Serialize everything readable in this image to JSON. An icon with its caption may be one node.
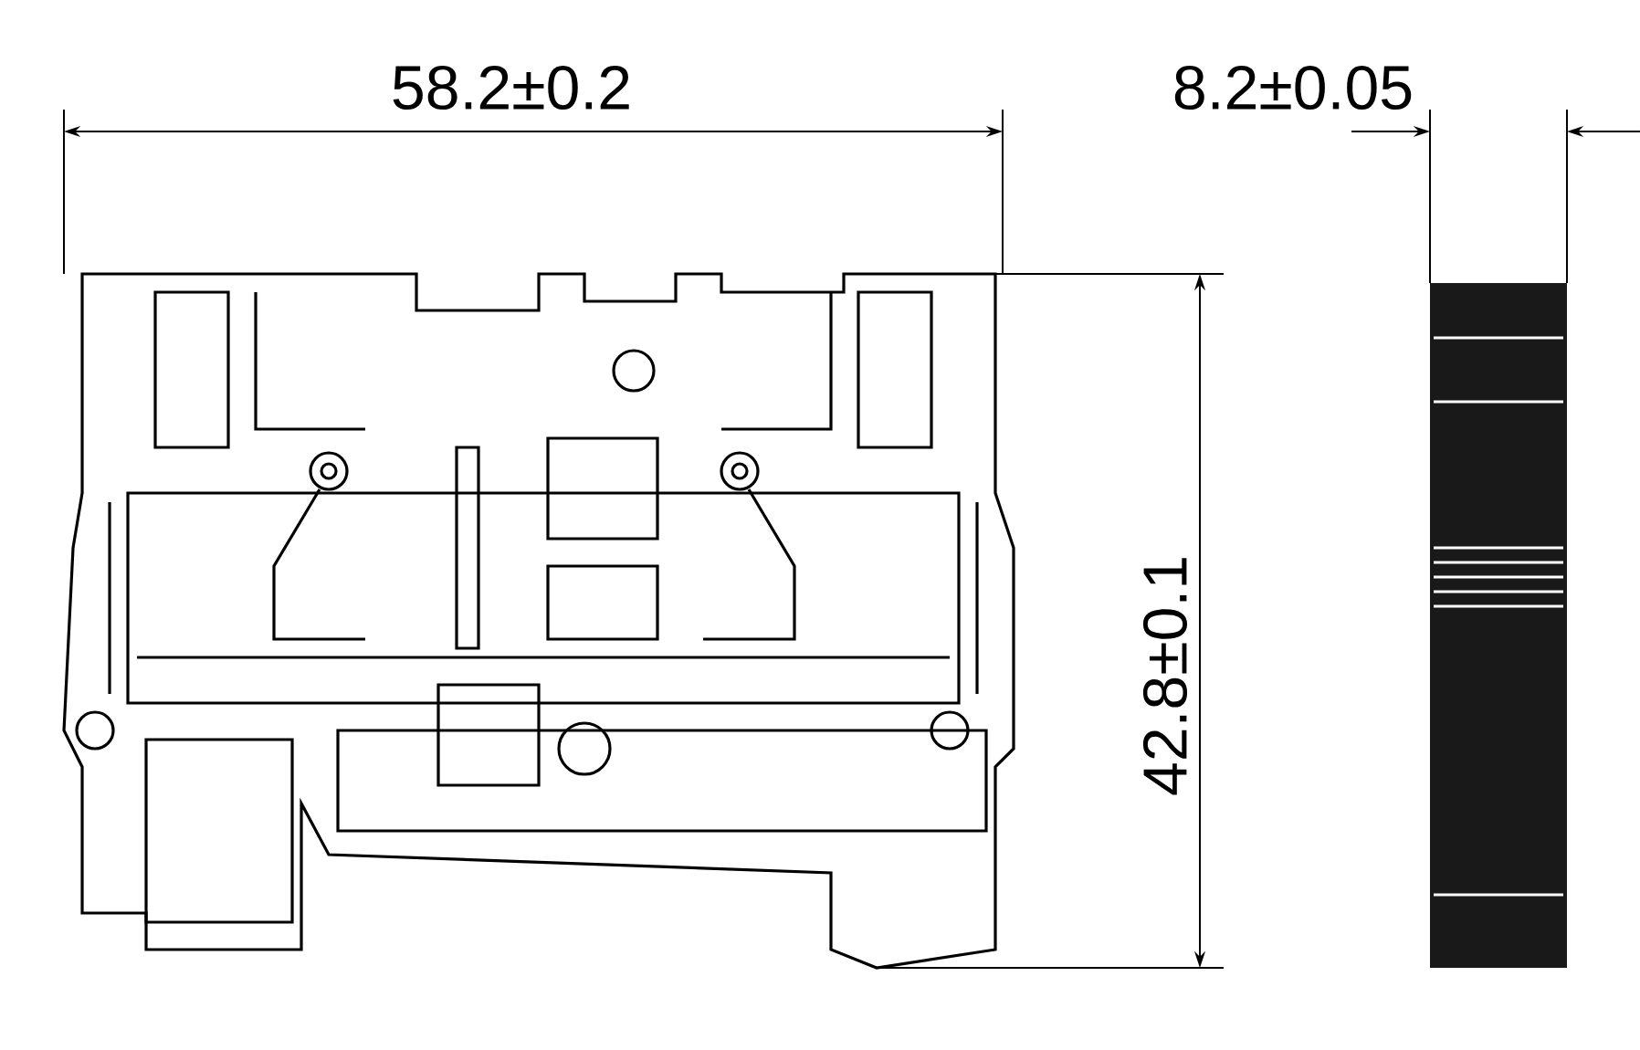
{
  "diagram": {
    "labels": [
      "58.2±0.2",
      "8.2±0.05",
      "42.8±0.1"
    ]
  }
}
